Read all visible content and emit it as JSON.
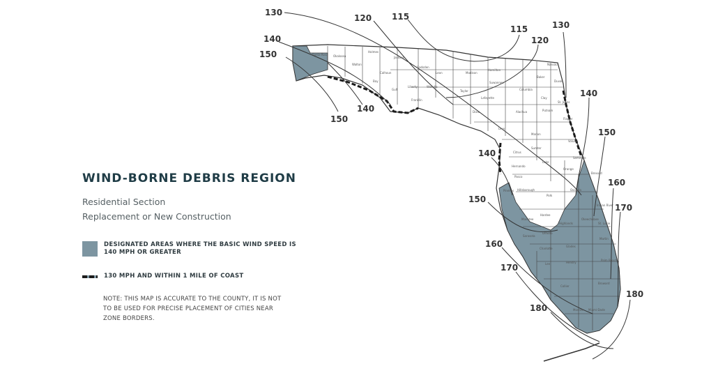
{
  "title": "WIND-BORNE DEBRIS REGION",
  "subtitle_lines": [
    "Residential Section",
    "Replacement or New Construction"
  ],
  "legend": [
    {
      "type": "area",
      "color": "#7d95a1",
      "label": "DESIGNATED AREAS WHERE THE BASIC WIND SPEED IS 140 MPH OR GREATER"
    },
    {
      "type": "line",
      "color": "#1b1b1b",
      "label": "130 MPH AND WITHIN 1 MILE OF COAST"
    }
  ],
  "note": "NOTE: THIS MAP IS ACCURATE TO THE COUNTY, IT IS NOT TO BE USED FOR PRECISE PLACEMENT OF CITIES NEAR ZONE BORDERS.",
  "wind_speed_labels": [
    "130",
    "120",
    "115",
    "115",
    "130",
    "120",
    "140",
    "150",
    "140",
    "150",
    "140",
    "140",
    "150",
    "160",
    "170",
    "150",
    "160",
    "170",
    "180",
    "180"
  ],
  "county_labels": [
    "Santa Rosa",
    "Okaloosa",
    "Walton",
    "Holmes",
    "Jackson",
    "Gadsden",
    "Leon",
    "Madison",
    "Hamilton",
    "Columbia",
    "Nassau",
    "Duval",
    "Baker",
    "Clay",
    "St. Johns",
    "Putnam",
    "Flagler",
    "Volusia",
    "Alachua",
    "Levy",
    "Marion",
    "Lake",
    "Seminole",
    "Orange",
    "Osceola",
    "Polk",
    "Brevard",
    "Hillsborough",
    "Manatee",
    "Sarasota",
    "DeSoto",
    "Hardee",
    "Highlands",
    "Charlotte",
    "Glades",
    "Lee",
    "Hendry",
    "Collier",
    "Broward",
    "Palm Beach",
    "Martin",
    "St. Lucie",
    "Okeechobee",
    "Miami-Dade",
    "Monroe",
    "Liberty",
    "Franklin",
    "Wakulla",
    "Taylor",
    "Dixie",
    "Suwannee",
    "Lafayette",
    "Calhoun",
    "Gulf",
    "Bay",
    "Citrus",
    "Hernando",
    "Pasco",
    "Pinellas",
    "Sumter",
    "Indian River"
  ],
  "colors": {
    "shaded": "#7d95a1",
    "land": "#ffffff",
    "border": "#333333",
    "title": "#1f3c46"
  }
}
